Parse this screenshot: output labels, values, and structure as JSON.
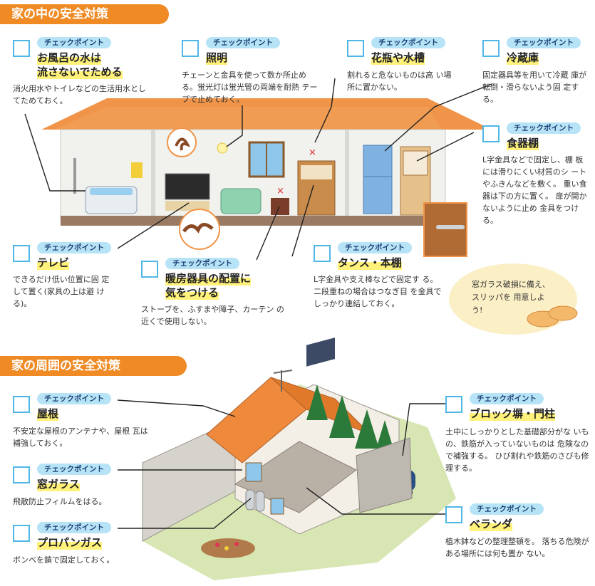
{
  "sections": {
    "indoor": "家の中の安全対策",
    "outdoor": "家の周囲の安全対策"
  },
  "tag": "チェックポイント",
  "indoor_points": [
    {
      "title": "お風呂の水は",
      "title2": "流さないでためる",
      "desc": "消火用水やトイレなどの生活用水とし てためておく。"
    },
    {
      "title": "照明",
      "desc": "チェーンと金具を使って数か所止め る。蛍光灯は蛍光管の両端を耐熱 テープで止めておく。"
    },
    {
      "title": "花瓶や水槽",
      "desc": "割れると危ないものは高 い場所に置かない。"
    },
    {
      "title": "冷蔵庫",
      "desc": "固定器具等を用いて冷蔵 庫が転倒・滑らないよう固 定する。"
    },
    {
      "title": "食器棚",
      "desc": "L字金具などで固定し、棚 板には滑りにくい材質のシ ートやふきんなどを敷く。 重い食器は下の方に置く。 扉が開かないように止め 金具をつける。"
    },
    {
      "title": "テレビ",
      "desc": "できるだけ低い位置に固 定して置く(家具の上は避 ける)。"
    },
    {
      "title": "暖房器具の配置に",
      "title2": "気をつける",
      "desc": "ストーブを、ふすまや障子、カーテン の近くで使用しない。"
    },
    {
      "title": "タンス・本棚",
      "desc": "L字金具や支え棒などで固定す る。二段重ねの場合はつなぎ目 を金具でしっかり連結しておく。"
    }
  ],
  "slipper_note": "窓ガラス破損に備え、 スリッパを 用意しよう!",
  "outdoor_points": [
    {
      "title": "屋根",
      "desc": "不安定な屋根のアンテナや、屋根 瓦は補強しておく。"
    },
    {
      "title": "窓ガラス",
      "desc": "飛散防止フィルムをはる。"
    },
    {
      "title": "プロパンガス",
      "desc": "ボンベを鎖で固定しておく。"
    },
    {
      "title": "ブロック塀・門柱",
      "desc": "土中にしっかりとした基礎部分がな いもの、鉄筋が入っていないものは 危険なので補強する。 ひび割れや鉄筋のさびも修理する。"
    },
    {
      "title": "ベランダ",
      "desc": "植木鉢などの整理整頓を。 落ちる危険がある場所には何も置か ない。"
    }
  ]
}
